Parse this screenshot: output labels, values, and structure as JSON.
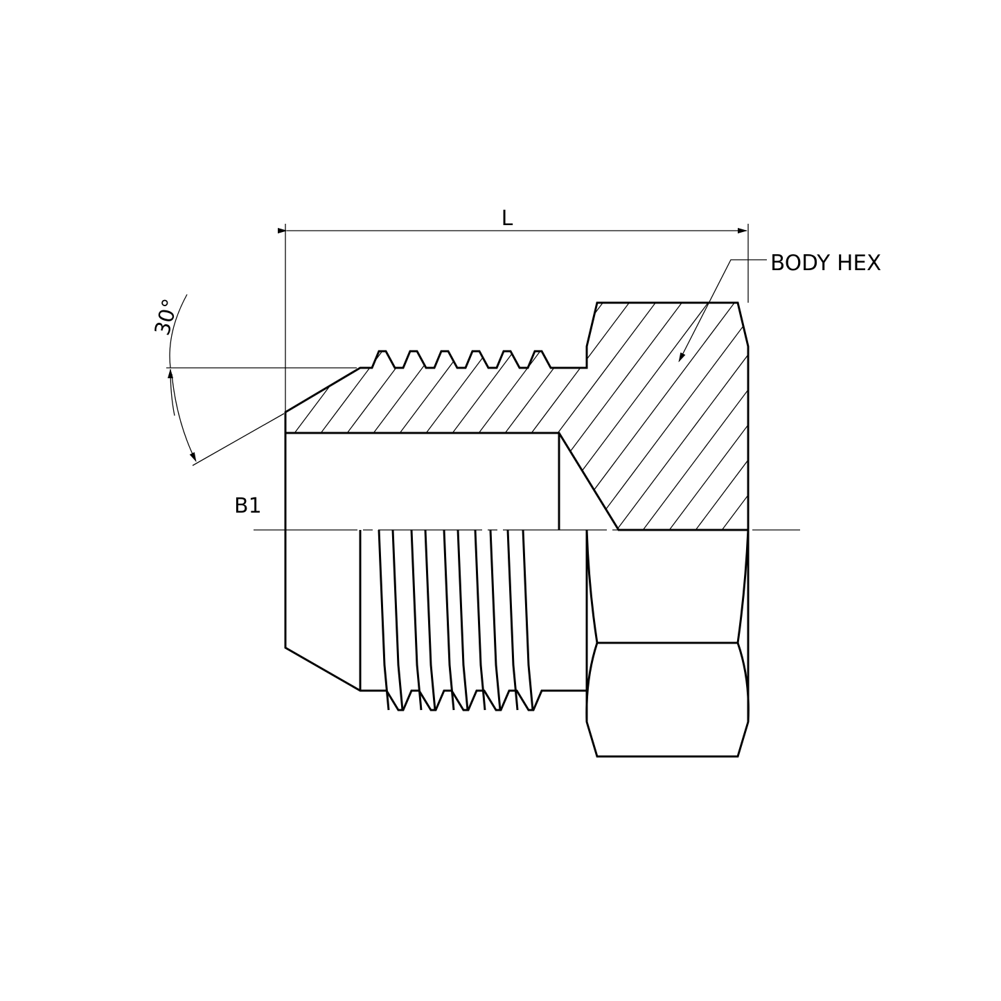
{
  "drawing": {
    "dimension_length_label": "L",
    "angle_label": "30°",
    "callout_label": "BODY HEX",
    "bore_label": "B1"
  },
  "colors": {
    "line": "#000000",
    "background": "#ffffff"
  }
}
